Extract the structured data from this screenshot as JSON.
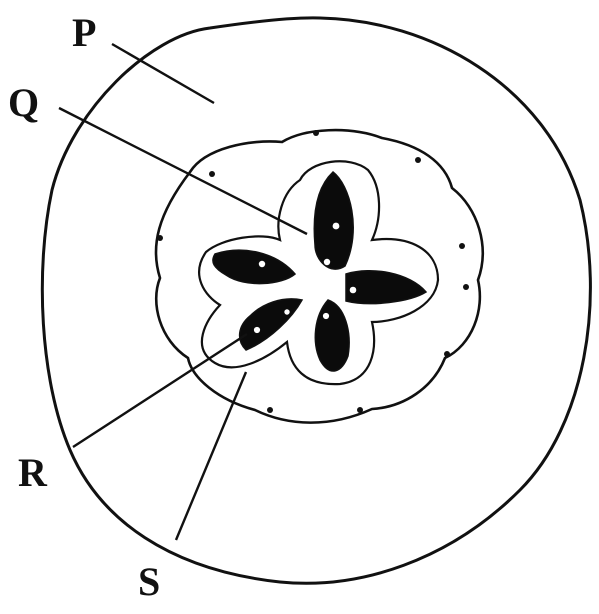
{
  "diagram": {
    "labels": {
      "p": "P",
      "q": "Q",
      "r": "R",
      "s": "S"
    }
  },
  "colors": {
    "stroke": "#111111",
    "fill_dark": "#0b0b0b",
    "background": "#ffffff",
    "highlight": "#e6e6e6"
  }
}
